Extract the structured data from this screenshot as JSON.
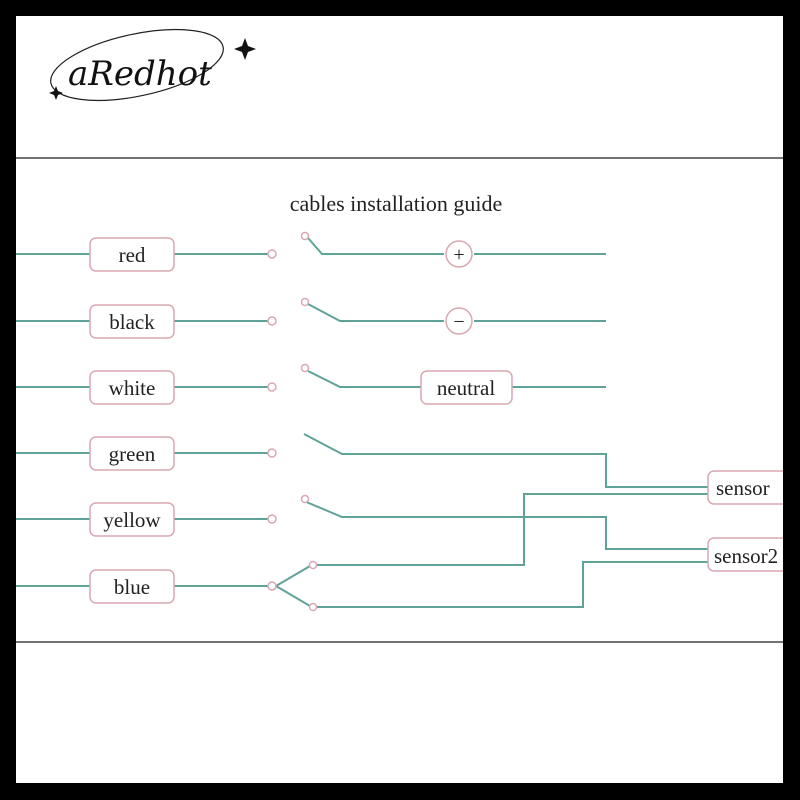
{
  "logo": {
    "text": "aRedhot"
  },
  "diagram": {
    "title": "cables installation guide",
    "cables": [
      "red",
      "black",
      "white",
      "green",
      "yellow",
      "blue"
    ],
    "terminals": {
      "plus": "+",
      "minus": "−",
      "neutral": "neutral",
      "sensor1": "sensor",
      "sensor2": "sensor2"
    }
  },
  "colors": {
    "wire": "#5fa398",
    "box_border": "#d9a8b0",
    "line": "#444444",
    "background": "#ffffff",
    "frame": "#000000"
  }
}
